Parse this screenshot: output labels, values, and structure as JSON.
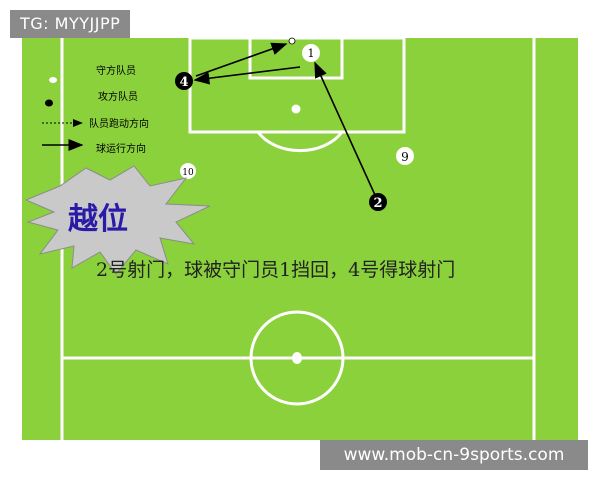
{
  "watermark_top": "TG: MYYJJPP",
  "watermark_bottom": "www.mob-cn-9sports.com",
  "legend": {
    "defender": "守方队员",
    "attacker": "攻方队员",
    "run_direction": "队员跑动方向",
    "ball_direction": "球运行方向"
  },
  "burst_label": "越位",
  "caption": "2号射门，球被守门员1挡回，4号得球射门",
  "players": {
    "goalkeeper": "1",
    "attacker_2": "2",
    "attacker_4": "4",
    "defender_9": "9",
    "defender_10": "10"
  },
  "colors": {
    "pitch": "#8bd13c",
    "lines": "#ffffff",
    "attacker": "#000000",
    "defender": "#ffffff",
    "burst_fill": "#c9c9c9",
    "burst_text": "#2a1aa8",
    "watermark_bg": "#8a8a8a"
  }
}
